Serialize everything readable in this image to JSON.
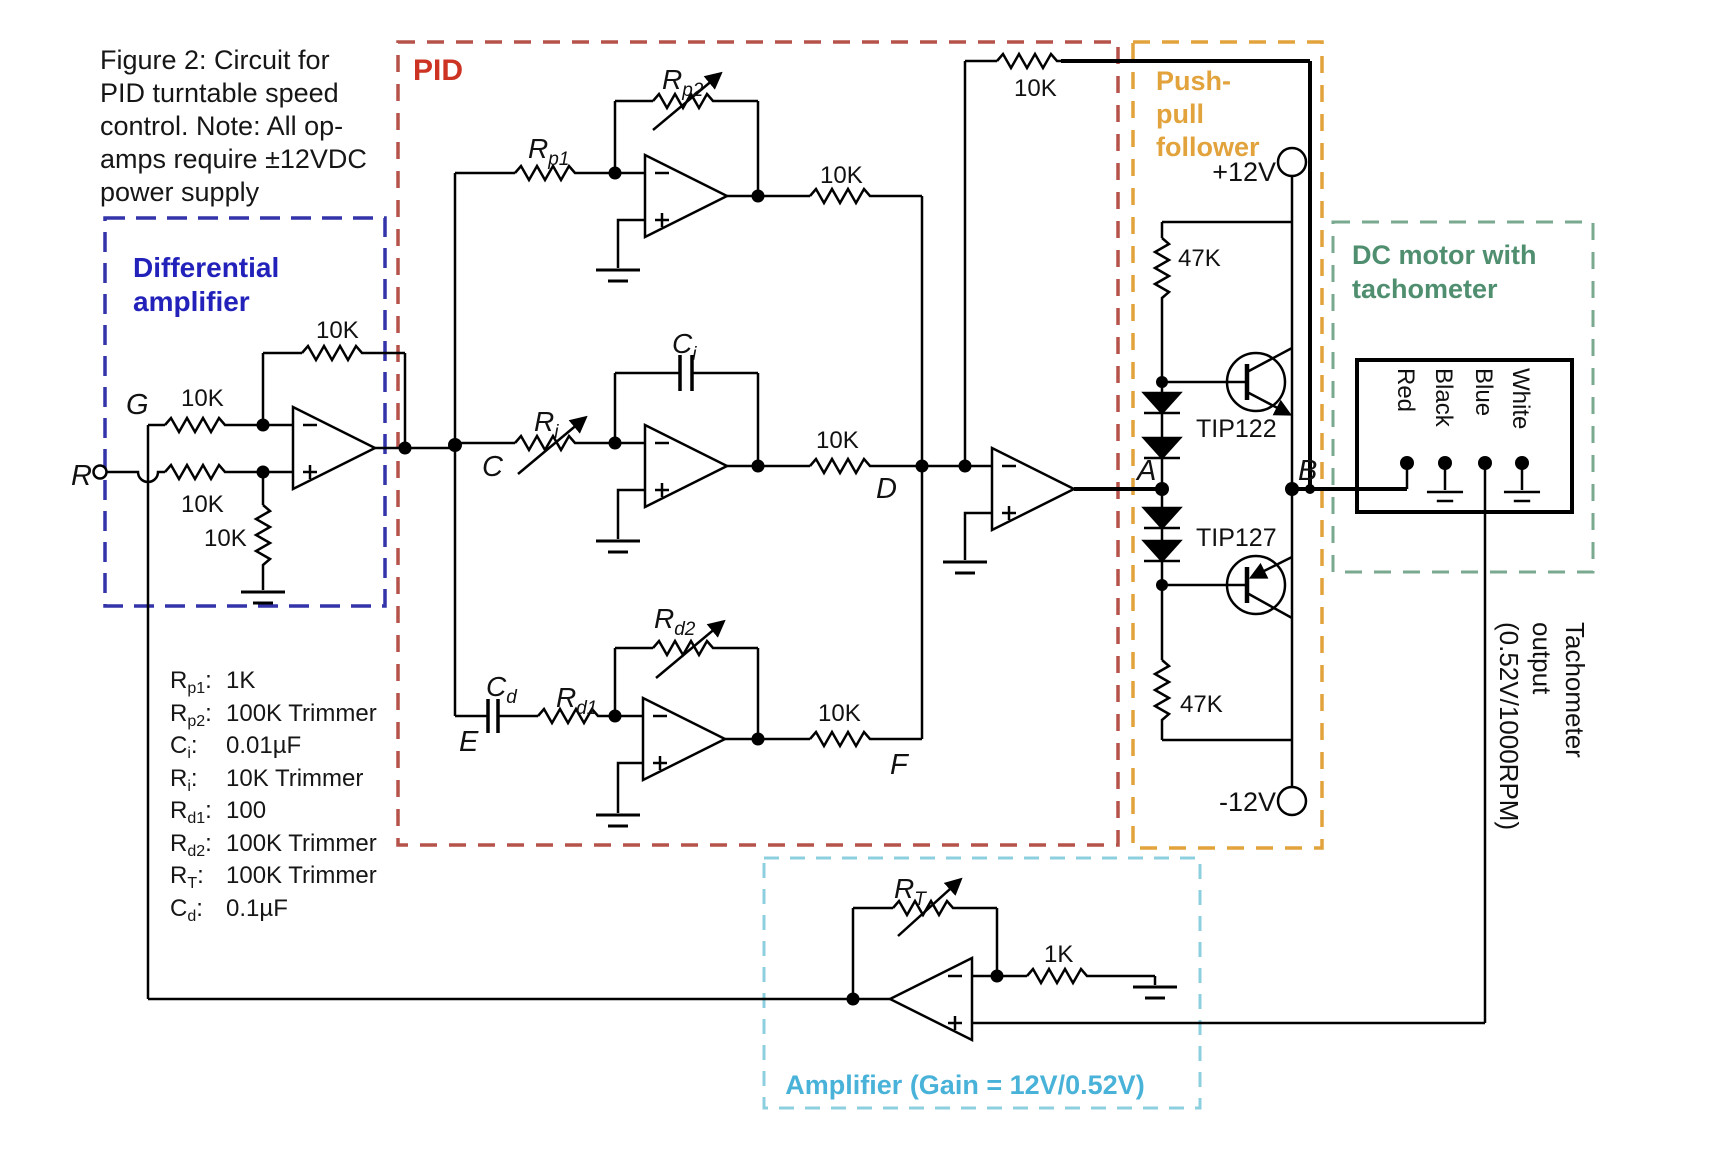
{
  "caption": {
    "lines": [
      "Figure 2: Circuit for",
      "PID turntable speed",
      "control. Note: All op-",
      "amps require ±12VDC",
      "power supply"
    ]
  },
  "diff_block": {
    "title1": "Differential",
    "title2": "amplifier",
    "fb_res": "10K",
    "in_top_res": "10K",
    "in_bot_res": "10K",
    "gnd_res": "10K"
  },
  "pid_block": {
    "title": "PID",
    "p": {
      "r1_main": "R",
      "r1_sub": "p1",
      "r2_main": "R",
      "r2_sub": "p2",
      "out_res": "10K"
    },
    "i": {
      "c_main": "C",
      "c_sub": "i",
      "r_main": "R",
      "r_sub": "i",
      "out_res": "10K"
    },
    "d": {
      "c_main": "C",
      "c_sub": "d",
      "r1_main": "R",
      "r1_sub": "d1",
      "r2_main": "R",
      "r2_sub": "d2",
      "out_res": "10K"
    },
    "sum_fb_res": "10K"
  },
  "pushpull_block": {
    "title_lines": [
      "Push-",
      "pull",
      "follower"
    ],
    "top_res": "47K",
    "bot_res": "47K",
    "npn": "TIP122",
    "pnp": "TIP127",
    "vpos": "+12V",
    "vneg": "-12V"
  },
  "motor_block": {
    "title1": "DC motor with",
    "title2": "tachometer",
    "wires": [
      "Red",
      "Black",
      "Blue",
      "White"
    ]
  },
  "amp_block": {
    "title": "Amplifier (Gain = 12V/0.52V)",
    "rt_main": "R",
    "rt_sub": "T",
    "in_res": "1K"
  },
  "tach_label": {
    "lines": [
      "Tachometer",
      "output",
      "(0.52V/1000RPM)"
    ]
  },
  "nodes": {
    "r": "R",
    "g": "G",
    "c": "C",
    "d": "D",
    "e": "E",
    "f": "F",
    "a": "A",
    "b": "B"
  },
  "values_list": {
    "colon": ":",
    "items": [
      {
        "main": "R",
        "sub": "p1",
        "value": "1K"
      },
      {
        "main": "R",
        "sub": "p2",
        "value": "100K Trimmer"
      },
      {
        "main": "C",
        "sub": "i",
        "value": "0.01µF"
      },
      {
        "main": "R",
        "sub": "i",
        "value": "10K Trimmer"
      },
      {
        "main": "R",
        "sub": "d1",
        "value": "100"
      },
      {
        "main": "R",
        "sub": "d2",
        "value": "100K Trimmer"
      },
      {
        "main": "R",
        "sub": "T",
        "value": "100K Trimmer"
      },
      {
        "main": "C",
        "sub": "d",
        "value": "0.1µF"
      }
    ]
  },
  "colors": {
    "wire": "#000000",
    "diff_border": "#3333AA",
    "diff_label": "#2222BB",
    "pid_border": "#B5524A",
    "pid_label": "#CC3322",
    "pushpull_border": "#E2A33C",
    "pushpull_label": "#E2A33C",
    "motor_border": "#79A98F",
    "motor_label": "#4F8F6F",
    "amp_border": "#8CCFDF",
    "amp_label": "#49B2D8"
  }
}
